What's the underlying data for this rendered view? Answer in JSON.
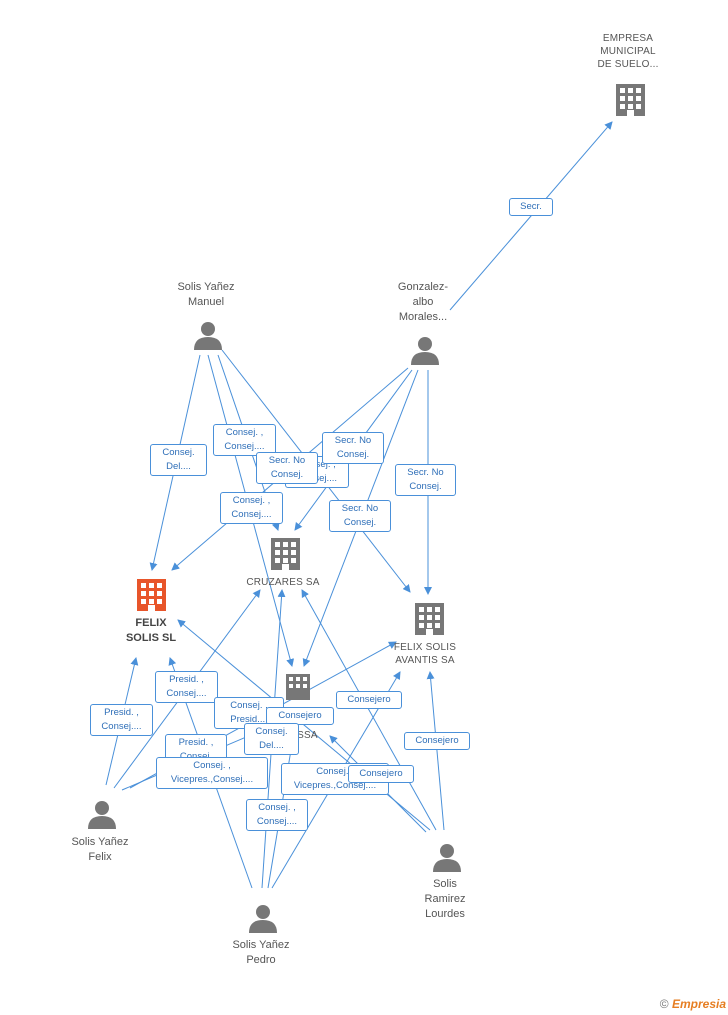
{
  "nodes": {
    "empresa": {
      "label": "EMPRESA\nMUNICIPAL\nDE SUELO..."
    },
    "solis_manuel": {
      "label": "Solis Yañez\nManuel"
    },
    "gonzalez": {
      "label": "Gonzalez-\nalbo\nMorales..."
    },
    "felix_sl": {
      "label": "FELIX\nSOLIS SL"
    },
    "cruzares": {
      "label": "CRUZARES SA"
    },
    "avantis": {
      "label": "FELIX SOLIS\nAVANTIS SA"
    },
    "assa": {
      "label": "ASSA"
    },
    "solis_felix": {
      "label": "Solis Yañez\nFelix"
    },
    "solis_pedro": {
      "label": "Solis Yañez\nPedro"
    },
    "solis_lourdes": {
      "label": "Solis\nRamirez\nLourdes"
    }
  },
  "edge_labels": {
    "secr": "Secr.",
    "consej_del_1": "Consej.\nDel....",
    "consej_1": "Consej. ,\nConsej....",
    "secr_no_1": "Secr. No\nConsej.",
    "secr_no_2": "Secr. No\nConsej.",
    "consej_hidden": "Consej. ,\nConsej....",
    "secr_no_3": "Secr. No\nConsej.",
    "consej_2": "Consej. ,\nConsej....",
    "secr_no_4": "Secr. No\nConsej.",
    "presid_1": "Presid. ,\nConsej....",
    "presid_2": "Presid. ,\nConsej....",
    "consej_3": "Consej. ,\nPresid....",
    "consejero_1": "Consejero",
    "consejero_2": "Consejero",
    "consej_del_2": "Consej.\nDel....",
    "presid_3": "Presid. ,\nConsej.",
    "consejero_3": "Consejero",
    "vicepres_1": "Consej. ,\nVicepres.,Consej....",
    "vicepres_2": "Consej. ,\nVicepres.,Consej....",
    "consejero_4": "Consejero",
    "consej_4": "Consej. ,\nConsej...."
  },
  "footer": {
    "copyright": "©",
    "brand": "Empresia"
  },
  "colors": {
    "edge": "#4a90d9",
    "main_company": "#e8552a",
    "company": "#777777",
    "person": "#777777"
  }
}
